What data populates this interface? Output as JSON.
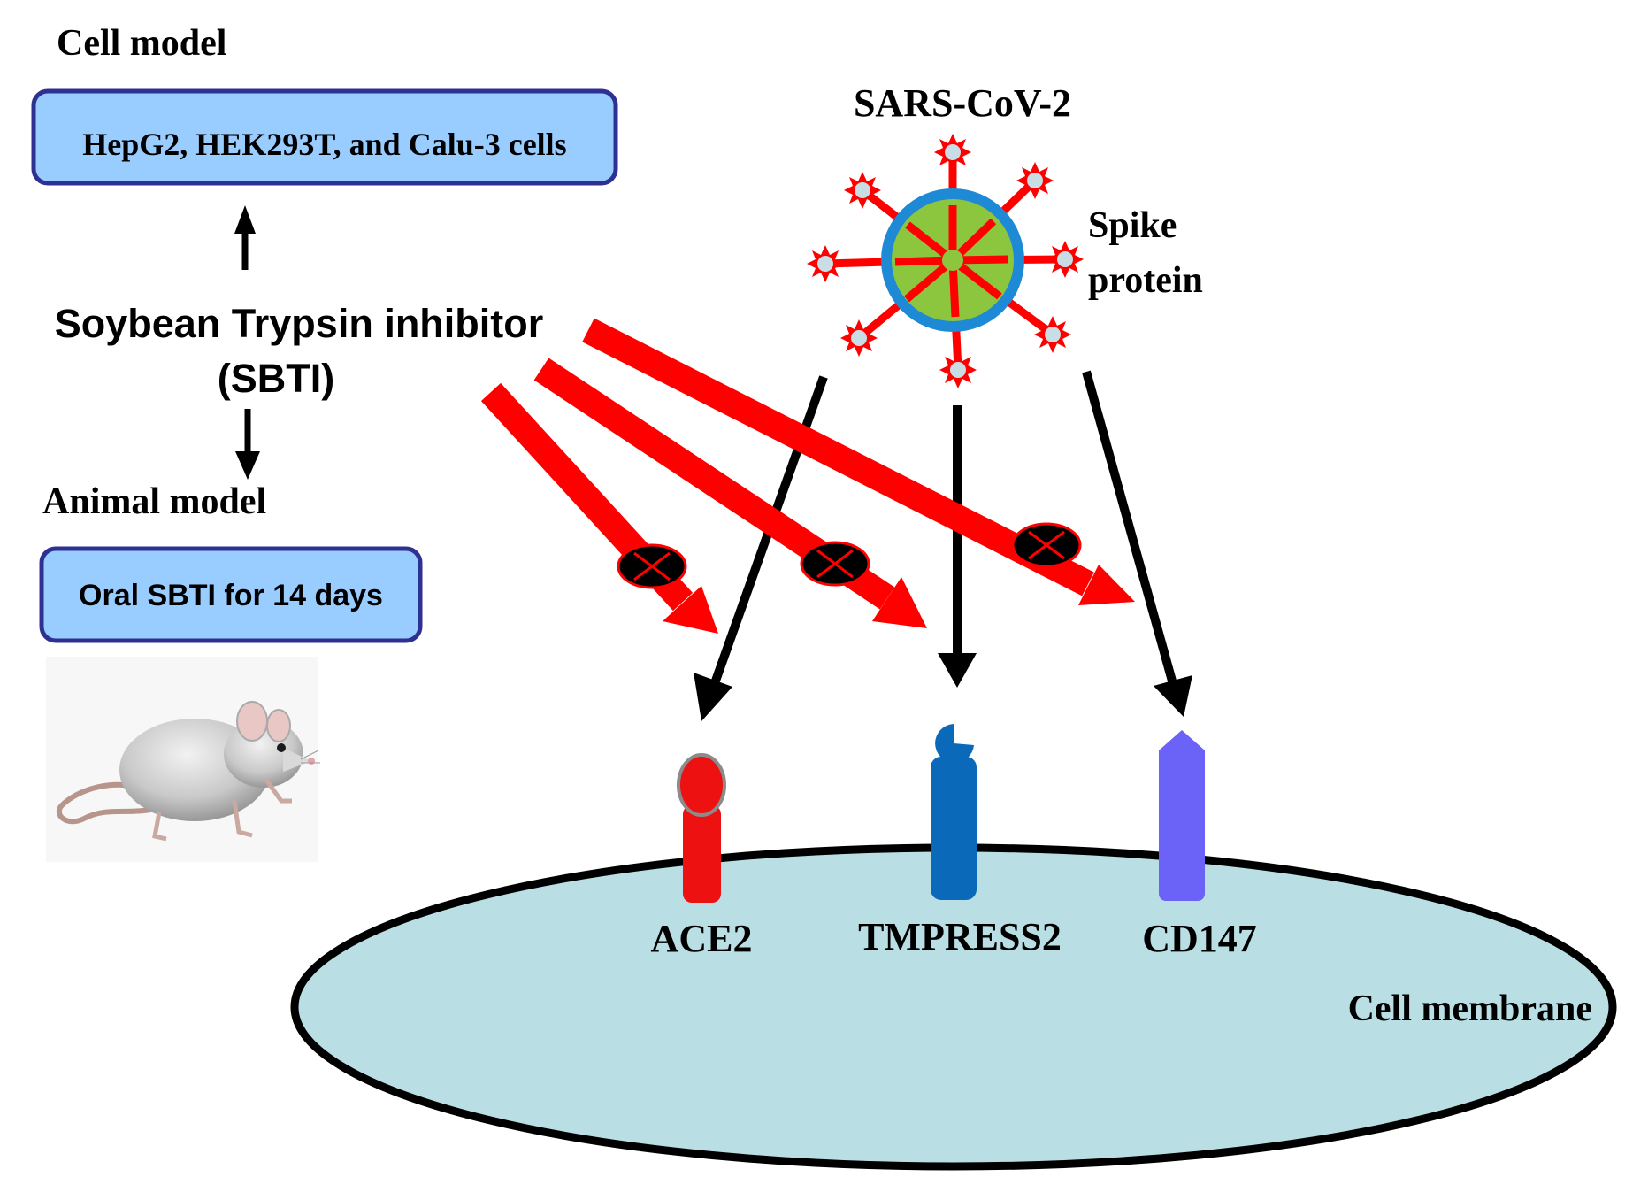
{
  "labels": {
    "cell_model_heading": "Cell model",
    "cell_lines": "HepG2, HEK293T, and Calu-3 cells",
    "inhibitor_name": "Soybean Trypsin inhibitor",
    "inhibitor_abbrev": "(SBTI)",
    "animal_model_heading": "Animal model",
    "animal_treatment": "Oral SBTI for 14 days",
    "virus": "SARS-CoV-2",
    "spike_line1": "Spike",
    "spike_line2": "protein",
    "membrane": "Cell membrane"
  },
  "receptors": [
    {
      "id": "ace2",
      "label": "ACE2",
      "color": "#ee1111"
    },
    {
      "id": "tmpress2",
      "label": "TMPRESS2",
      "color": "#0a69b8"
    },
    {
      "id": "cd147",
      "label": "CD147",
      "color": "#6b63f7"
    }
  ],
  "colors": {
    "box_fill": "#99ccff",
    "box_border": "#2e3192",
    "membrane_fill": "#b9dee3",
    "virus_core": "#8cc63f",
    "virus_envelope": "#1e8ad6",
    "spike": "#ff0000",
    "spike_tip": "#c8dde4",
    "inhibition_arrow": "#ff0000",
    "block_symbol": "#000000"
  },
  "icons": [
    "up-arrow-icon",
    "down-arrow-icon",
    "rat-illustration",
    "virus-icon",
    "block-symbol-icon"
  ]
}
